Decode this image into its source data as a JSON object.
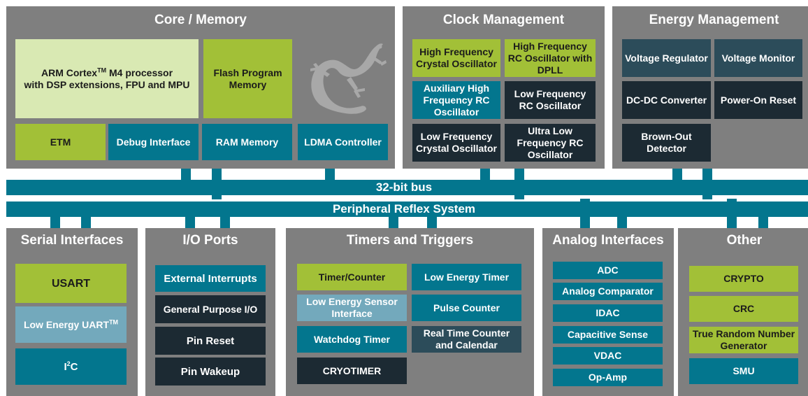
{
  "colors": {
    "panel": "#7f7f7f",
    "lime": "#a2c037",
    "pale": "#d9e9b3",
    "teal": "#03768e",
    "light_teal": "#73a9bc",
    "dark": "#1c2a33",
    "slate": "#2c4c5a"
  },
  "core": {
    "title": "Core / Memory",
    "cpu_line1": "ARM Cortex",
    "cpu_tm": "TM",
    "cpu_line1b": " M4 processor",
    "cpu_line2": "with DSP extensions, FPU and MPU",
    "flash": "Flash Program Memory",
    "etm": "ETM",
    "debug": "Debug Interface",
    "ram": "RAM Memory",
    "ldma": "LDMA Controller",
    "logo_icon": "gecko-icon"
  },
  "clock": {
    "title": "Clock Management",
    "hfxo": "High Frequency Crystal Oscillator",
    "hfrco": "High Frequency RC Oscillator with DPLL",
    "auxhfrco": "Auxiliary High Frequency RC Oscillator",
    "lfrco": "Low Frequency RC Oscillator",
    "lfxo": "Low Frequency Crystal Oscillator",
    "ulfrco": "Ultra Low Frequency RC Oscillator"
  },
  "energy": {
    "title": "Energy Management",
    "vreg": "Voltage Regulator",
    "vmon": "Voltage Monitor",
    "dcdc": "DC-DC Converter",
    "por": "Power-On Reset",
    "bod": "Brown-Out Detector"
  },
  "bus": {
    "label": "32-bit bus",
    "prs": "Peripheral Reflex System"
  },
  "serial": {
    "title": "Serial Interfaces",
    "usart": "USART",
    "leuart": "Low Energy UART",
    "leuart_tm": "TM",
    "i2c_a": "I",
    "i2c_sup": "2",
    "i2c_b": "C"
  },
  "io": {
    "title": "I/O Ports",
    "ext_int": "External Interrupts",
    "gpio": "General Purpose I/O",
    "reset": "Pin Reset",
    "wakeup": "Pin Wakeup"
  },
  "timers": {
    "title": "Timers and Triggers",
    "timer": "Timer/Counter",
    "letimer": "Low Energy Timer",
    "lesense": "Low Energy Sensor Interface",
    "pcnt": "Pulse Counter",
    "wdog": "Watchdog Timer",
    "rtcc": "Real Time Counter and Calendar",
    "cryotimer": "CRYOTIMER"
  },
  "analog": {
    "title": "Analog Interfaces",
    "adc": "ADC",
    "acmp": "Analog Comparator",
    "idac": "IDAC",
    "csen": "Capacitive Sense",
    "vdac": "VDAC",
    "opamp": "Op-Amp"
  },
  "other": {
    "title": "Other",
    "crypto": "CRYPTO",
    "crc": "CRC",
    "trng": "True Random Number Generator",
    "smu": "SMU"
  }
}
